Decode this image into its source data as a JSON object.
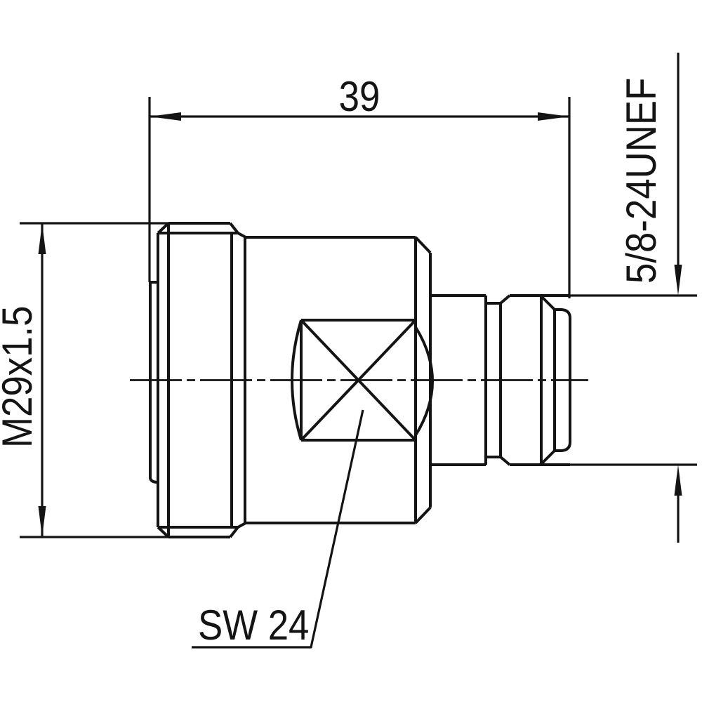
{
  "drawing": {
    "kind": "technical-dimension-drawing",
    "labels": {
      "length_dim": "39",
      "left_thread": "M29x1.5",
      "right_thread": "5/8-24UNEF",
      "wrench_size": "SW 24"
    },
    "colors": {
      "line": "#141414",
      "background": "#ffffff"
    }
  }
}
